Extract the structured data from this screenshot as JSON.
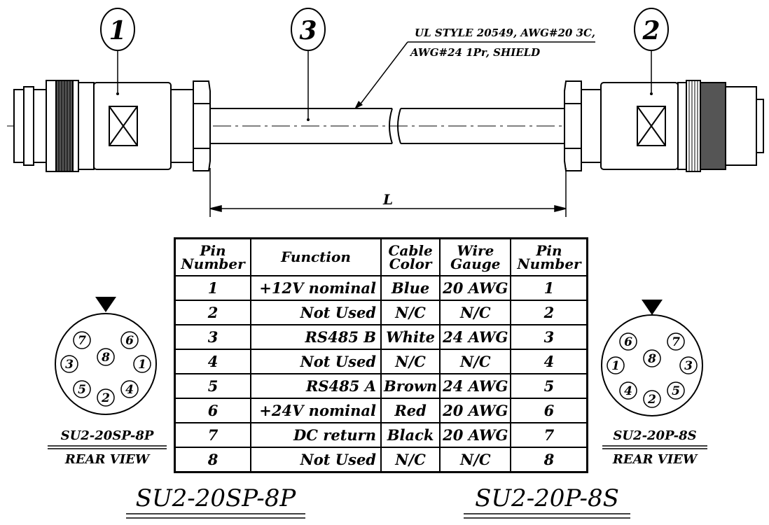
{
  "balloons": {
    "b1": "1",
    "b2": "2",
    "b3": "3"
  },
  "cable_spec": {
    "line1": "UL STYLE 20549, AWG#20 3C,",
    "line2": "AWG#24 1Pr, SHIELD"
  },
  "dimension_label": "L",
  "table": {
    "headers": [
      {
        "line1": "Pin",
        "line2": "Number"
      },
      {
        "line1": "Function",
        "line2": ""
      },
      {
        "line1": "Cable",
        "line2": "Color"
      },
      {
        "line1": "Wire",
        "line2": "Gauge"
      },
      {
        "line1": "Pin",
        "line2": "Number"
      }
    ],
    "rows": [
      {
        "pin": "1",
        "function": "+12V nominal",
        "color": "Blue",
        "gauge": "20 AWG",
        "pin2": "1"
      },
      {
        "pin": "2",
        "function": "Not Used",
        "color": "N/C",
        "gauge": "N/C",
        "pin2": "2"
      },
      {
        "pin": "3",
        "function": "RS485 B",
        "color": "White",
        "gauge": "24 AWG",
        "pin2": "3"
      },
      {
        "pin": "4",
        "function": "Not Used",
        "color": "N/C",
        "gauge": "N/C",
        "pin2": "4"
      },
      {
        "pin": "5",
        "function": "RS485 A",
        "color": "Brown",
        "gauge": "24 AWG",
        "pin2": "5"
      },
      {
        "pin": "6",
        "function": "+24V nominal",
        "color": "Red",
        "gauge": "20 AWG",
        "pin2": "6"
      },
      {
        "pin": "7",
        "function": "DC return",
        "color": "Black",
        "gauge": "20 AWG",
        "pin2": "7"
      },
      {
        "pin": "8",
        "function": "Not Used",
        "color": "N/C",
        "gauge": "N/C",
        "pin2": "8"
      }
    ]
  },
  "left_connector": {
    "part": "SU2-20SP-8P",
    "view": "REAR VIEW",
    "pins": [
      "1",
      "2",
      "3",
      "4",
      "5",
      "6",
      "7",
      "8"
    ],
    "model": "SU2-20SP-8P"
  },
  "right_connector": {
    "part": "SU2-20P-8S",
    "view": "REAR VIEW",
    "pins": [
      "1",
      "2",
      "3",
      "4",
      "5",
      "6",
      "7",
      "8"
    ],
    "model": "SU2-20P-8S"
  }
}
